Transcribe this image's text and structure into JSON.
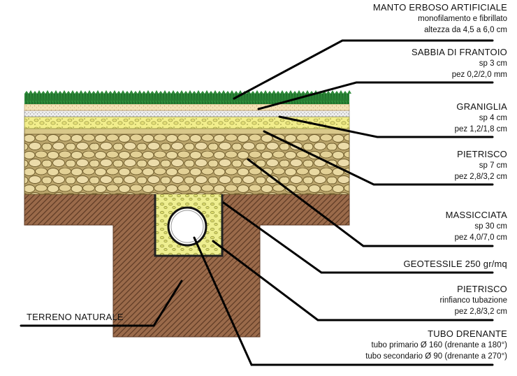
{
  "layers": {
    "manto": {
      "title": "MANTO ERBOSO ARTIFICIALE",
      "line1": "monofilamento e fibrillato",
      "line2": "altezza da 4,5 a 6,0 cm"
    },
    "sabbia": {
      "title": "SABBIA DI FRANTOIO",
      "line1": "sp 3 cm",
      "line2": "pez 0,2/2,0 mm"
    },
    "graniglia": {
      "title": "GRANIGLIA",
      "line1": "sp 4 cm",
      "line2": "pez 1,2/1,8 cm"
    },
    "pietrisco": {
      "title": "PIETRISCO",
      "line1": "sp 7 cm",
      "line2": "pez 2,8/3,2 cm"
    },
    "massicciata": {
      "title": "MASSICCIATA",
      "line1": "sp 30 cm",
      "line2": "pez 4,0/7,0 cm"
    },
    "geotessile": {
      "title": "GEOTESSILE 250 gr/mq"
    },
    "pietrisco_rinfianco": {
      "title": "PIETRISCO",
      "line1": "rinfianco tubazione",
      "line2": "pez 2,8/3,2 cm"
    },
    "tubo": {
      "title": "TUBO DRENANTE",
      "line1": "tubo primario Ø 160 (drenante a 180°)",
      "line2": "tubo secondario Ø 90 (drenante a 270°)"
    },
    "terreno": {
      "title": "TERRENO NATURALE"
    }
  },
  "colors": {
    "grass": "#2e8b3a",
    "grass_dark": "#1d6a28",
    "sand": "#f3e2b6",
    "gravel_fine": "#eeeeee",
    "graniglia": "#f2ee8c",
    "stone": "#e6d59c",
    "stone_bg": "#b9a46b",
    "soil": "#9a6a4a",
    "soil_dark": "#5e3a24",
    "trench_fill": "#eeee90",
    "pipe": "#ffffff",
    "line": "#000000"
  }
}
